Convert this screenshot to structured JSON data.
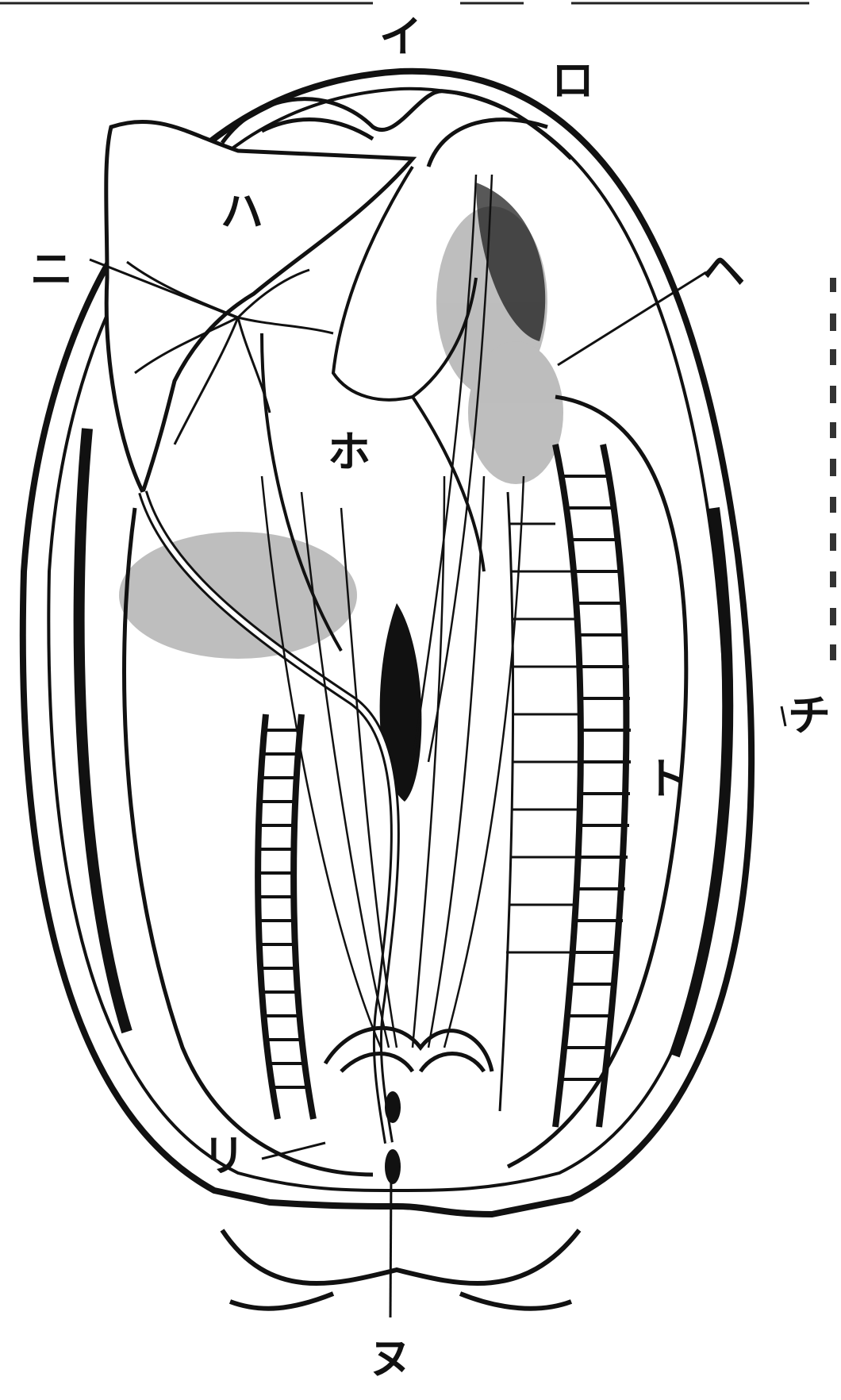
{
  "diagram": {
    "labels": {
      "i": "イ",
      "ro": "ロ",
      "ha": "ハ",
      "ni": "ニ",
      "ho": "ホ",
      "he": "ヘ",
      "to": "ト",
      "chi": "チ",
      "ri": "リ",
      "nu": "ヌ"
    }
  }
}
